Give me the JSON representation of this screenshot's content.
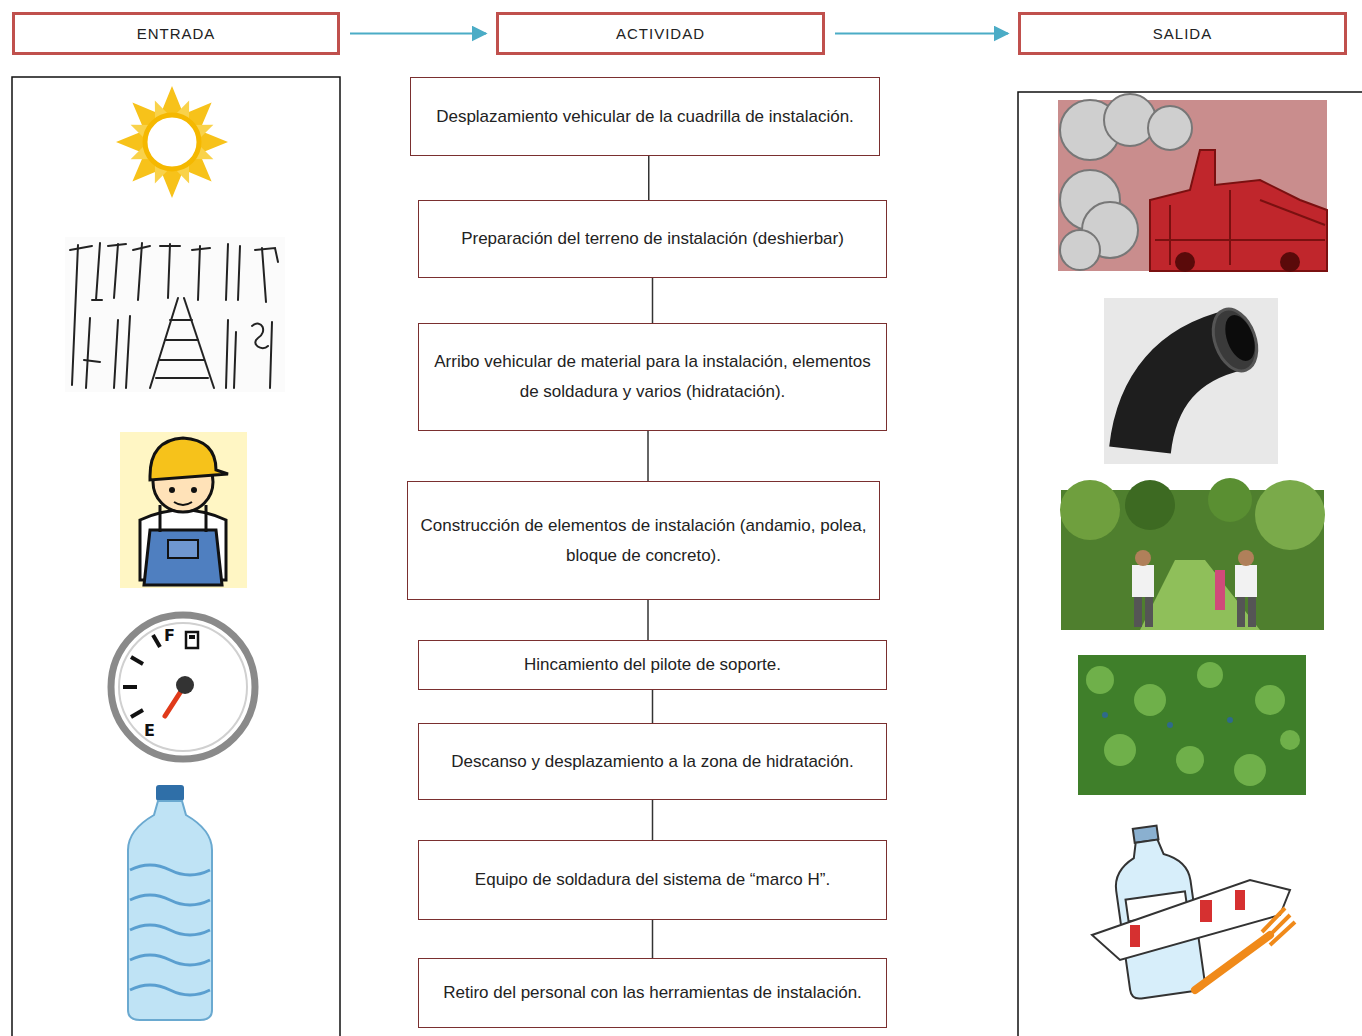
{
  "diagram": {
    "nodes": [
      {
        "text": [
          "ENTRADA"
        ]
      },
      {
        "text": [
          "ACTIVIDAD"
        ]
      },
      {
        "text": [
          "SALIDA"
        ]
      },
      {
        "text": [
          "Desplazamiento vehicular de la cuadrilla de instalación."
        ]
      },
      {
        "text": [
          "Preparación del terreno de instalación (deshierbar)"
        ]
      },
      {
        "text": [
          "Arribo vehicular de material para la instalación, elementos de soldadura y varios (hidratación)."
        ]
      },
      {
        "text": [
          "Construcción de elementos de instalación (andamio, polea, bloque de concreto)."
        ]
      },
      {
        "text": [
          "Hincamiento del pilote de soporte."
        ]
      },
      {
        "text": [
          "Descanso y desplazamiento a la zona de hidratación."
        ]
      },
      {
        "text": [
          "Equipo de soldadura del sistema de “marco H”."
        ]
      },
      {
        "text": [
          "Retiro del personal con las herramientas de instalación."
        ]
      }
    ],
    "edges": [
      {
        "from": 0,
        "to": 1,
        "arrow": "to"
      },
      {
        "from": 1,
        "to": 2,
        "arrow": "to"
      },
      {
        "from": 3,
        "to": 4,
        "arrow": "none"
      },
      {
        "from": 4,
        "to": 5,
        "arrow": "none"
      },
      {
        "from": 5,
        "to": 6,
        "arrow": "none"
      },
      {
        "from": 6,
        "to": 7,
        "arrow": "none"
      },
      {
        "from": 7,
        "to": 8,
        "arrow": "none"
      },
      {
        "from": 8,
        "to": 9,
        "arrow": "none"
      },
      {
        "from": 9,
        "to": 10,
        "arrow": "none"
      }
    ],
    "labels": [
      "F",
      "E"
    ]
  }
}
